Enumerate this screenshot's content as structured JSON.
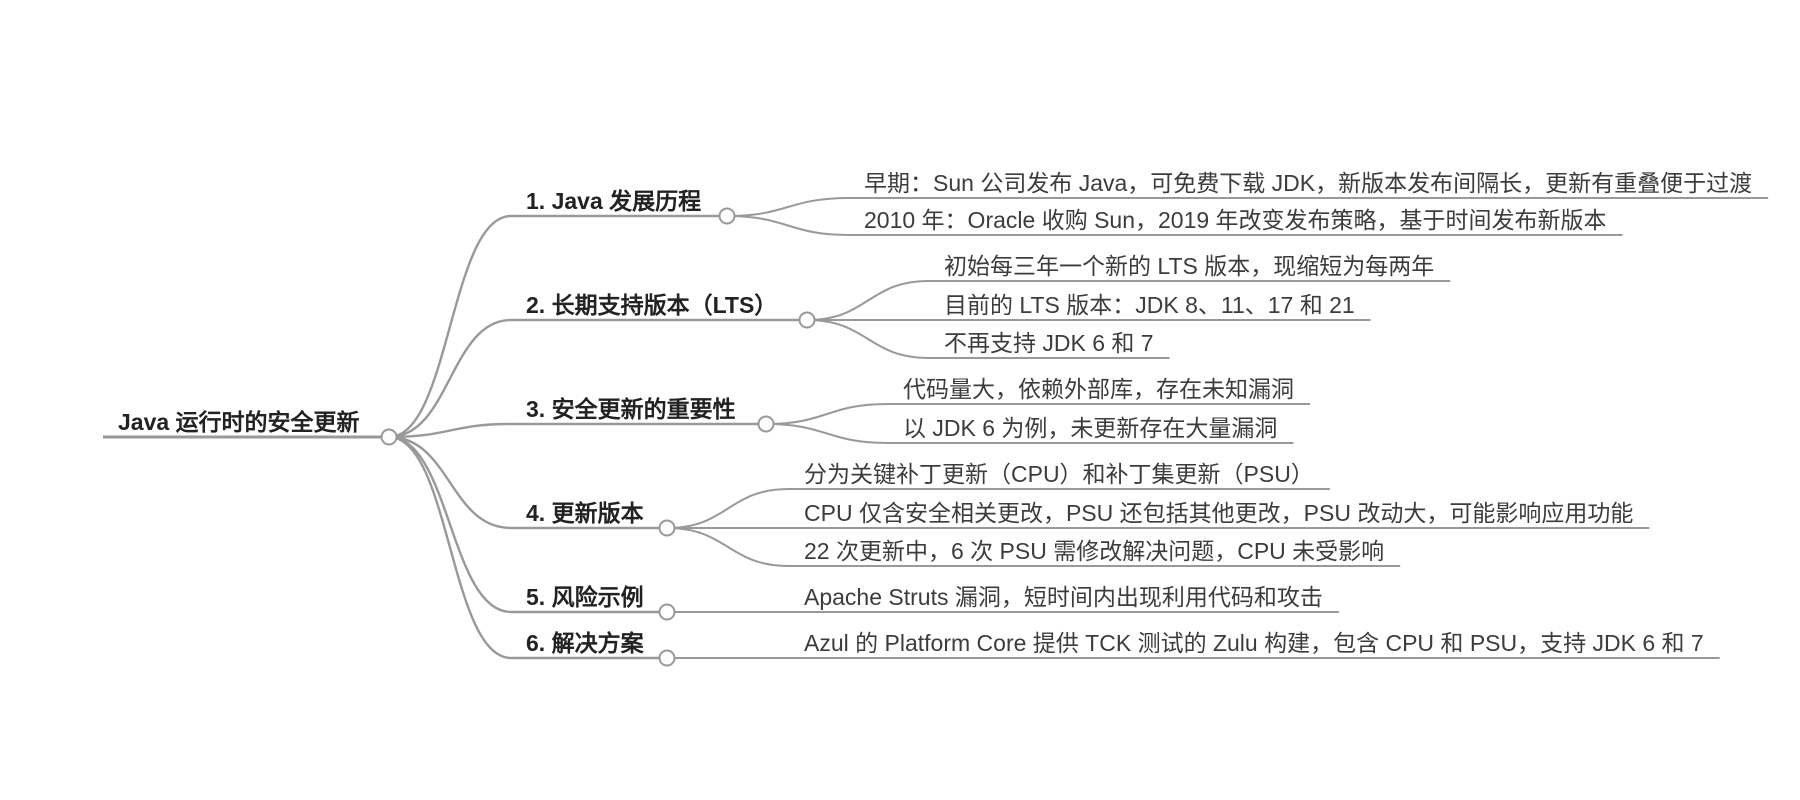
{
  "mindmap": {
    "root": {
      "label": "Java 运行时的安全更新",
      "color": "#1f77b4"
    },
    "branches": [
      {
        "label": "1. Java 发展历程",
        "color": "#ff7f0e",
        "children": [
          {
            "label": "早期：Sun 公司发布 Java，可免费下载 JDK，新版本发布间隔长，更新有重叠便于过渡",
            "color": "#8c564b"
          },
          {
            "label": "2010 年：Oracle 收购 Sun，2019 年改变发布策略，基于时间发布新版本",
            "color": "#e377c2"
          }
        ]
      },
      {
        "label": "2. 长期支持版本（LTS）",
        "color": "#9467bd",
        "children": [
          {
            "label": "初始每三年一个新的 LTS 版本，现缩短为每两年",
            "color": "#1f77b4"
          },
          {
            "label": "目前的 LTS 版本：JDK 8、11、17 和 21",
            "color": "#ff7f0e"
          },
          {
            "label": "不再支持 JDK 6 和 7",
            "color": "#2ca02c"
          }
        ]
      },
      {
        "label": "3. 安全更新的重要性",
        "color": "#bcbd22",
        "children": [
          {
            "label": "代码量大，依赖外部库，存在未知漏洞",
            "color": "#17becf"
          },
          {
            "label": "以 JDK 6 为例，未更新存在大量漏洞",
            "color": "#1f77b4"
          }
        ]
      },
      {
        "label": "4. 更新版本",
        "color": "#8c564b",
        "children": [
          {
            "label": "分为关键补丁更新（CPU）和补丁集更新（PSU）",
            "color": "#e377c2"
          },
          {
            "label": "CPU 仅含安全相关更改，PSU 还包括其他更改，PSU 改动大，可能影响应用功能",
            "color": "#7f7f7f"
          },
          {
            "label": "22 次更新中，6 次 PSU 需修改解决问题，CPU 未受影响",
            "color": "#bcbd22"
          }
        ]
      },
      {
        "label": "5. 风险示例",
        "color": "#9467bd",
        "children": [
          {
            "label": "Apache Struts 漏洞，短时间内出现利用代码和攻击",
            "color": "#8c564b"
          }
        ]
      },
      {
        "label": "6. 解决方案",
        "color": "#17becf",
        "children": [
          {
            "label": "Azul 的 Platform Core 提供 TCK 测试的 Zulu 构建，包含 CPU 和 PSU，支持 JDK 6 和 7",
            "color": "#1f77b4"
          }
        ]
      }
    ]
  }
}
